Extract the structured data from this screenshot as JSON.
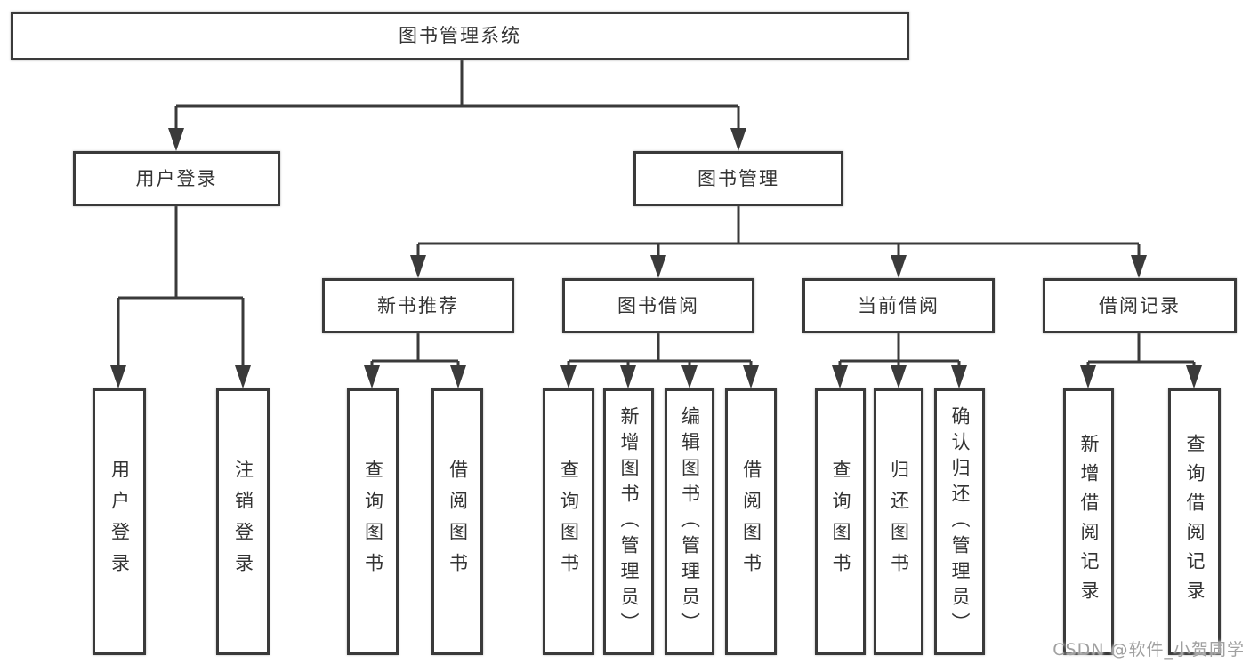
{
  "diagram": {
    "type": "hierarchy-tree",
    "watermark": "CSDN @软件_小贺同学",
    "colors": {
      "line": "#3A3A3A",
      "box_border": "#3A3A3A",
      "text": "#333333",
      "watermark_text": "#A0A0A0",
      "background": "#FFFFFF"
    },
    "tree": {
      "label": "图书管理系统",
      "children": [
        {
          "label": "用户登录",
          "children": [
            {
              "label": "用户登录"
            },
            {
              "label": "注销登录"
            }
          ]
        },
        {
          "label": "图书管理",
          "children": [
            {
              "label": "新书推荐",
              "children": [
                {
                  "label": "查询图书"
                },
                {
                  "label": "借阅图书"
                }
              ]
            },
            {
              "label": "图书借阅",
              "children": [
                {
                  "label": "查询图书"
                },
                {
                  "label": "新增图书（管理员）"
                },
                {
                  "label": "编辑图书（管理员）"
                },
                {
                  "label": "借阅图书"
                }
              ]
            },
            {
              "label": "当前借阅",
              "children": [
                {
                  "label": "查询图书"
                },
                {
                  "label": "归还图书"
                },
                {
                  "label": "确认归还（管理员）"
                }
              ]
            },
            {
              "label": "借阅记录",
              "children": [
                {
                  "label": "新增借阅记录"
                },
                {
                  "label": "查询借阅记录"
                }
              ]
            }
          ]
        }
      ]
    }
  }
}
